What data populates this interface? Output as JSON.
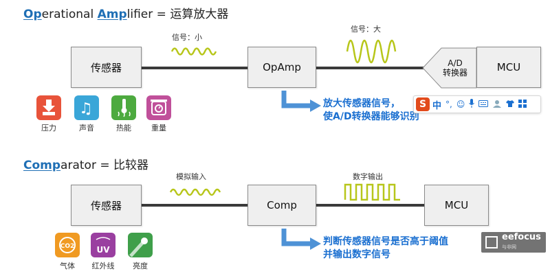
{
  "section1": {
    "heading": {
      "op_hl": "Op",
      "op_rest": "erational ",
      "amp_hl": "Amp",
      "amp_rest": "lifier",
      "eq": " = 运算放大器"
    },
    "sensor_label": "传感器",
    "opamp_label": "OpAmp",
    "adc_label_line1": "A/D",
    "adc_label_line2": "转换器",
    "mcu_label": "MCU",
    "signal_small_label": "信号：小",
    "signal_large_label": "信号：大",
    "note_line1": "放大传感器信号，",
    "note_line2": "使A/D转换器能够识别",
    "sensors": [
      {
        "label": "压力",
        "icon": "pressure-icon",
        "color": "#e8533a"
      },
      {
        "label": "声音",
        "icon": "sound-icon",
        "color": "#3aa6d8"
      },
      {
        "label": "热能",
        "icon": "heat-icon",
        "color": "#4daa3f"
      },
      {
        "label": "重量",
        "icon": "weight-icon",
        "color": "#c0509a"
      }
    ]
  },
  "section2": {
    "heading": {
      "comp_hl": "Comp",
      "comp_rest": "arator",
      "eq": " = 比较器"
    },
    "sensor_label": "传感器",
    "comp_label": "Comp",
    "mcu_label": "MCU",
    "analog_in_label": "模拟输入",
    "digital_out_label": "数字输出",
    "note_line1": "判断传感器信号是否高于阈值",
    "note_line2": "并输出数字信号",
    "sensors": [
      {
        "label": "气体",
        "icon": "gas-icon",
        "color": "#f09a22",
        "text": "CO2"
      },
      {
        "label": "红外线",
        "icon": "uv-icon",
        "color": "#9a3fa0",
        "text": "UV"
      },
      {
        "label": "亮度",
        "icon": "brightness-icon",
        "color": "#3f9f4a"
      }
    ]
  },
  "ime_toolbar": {
    "logo": "S",
    "mode": "中",
    "icons": [
      "°,",
      "☺",
      "🎤",
      "⌨",
      "👤",
      "👕",
      "▦"
    ]
  },
  "watermark": {
    "brand": "eefocus",
    "sub": "与非网"
  },
  "colors": {
    "accent": "#1f6fb5",
    "note": "#1a6fd0",
    "wave": "#b7c61a",
    "line": "#3a3a3a"
  }
}
